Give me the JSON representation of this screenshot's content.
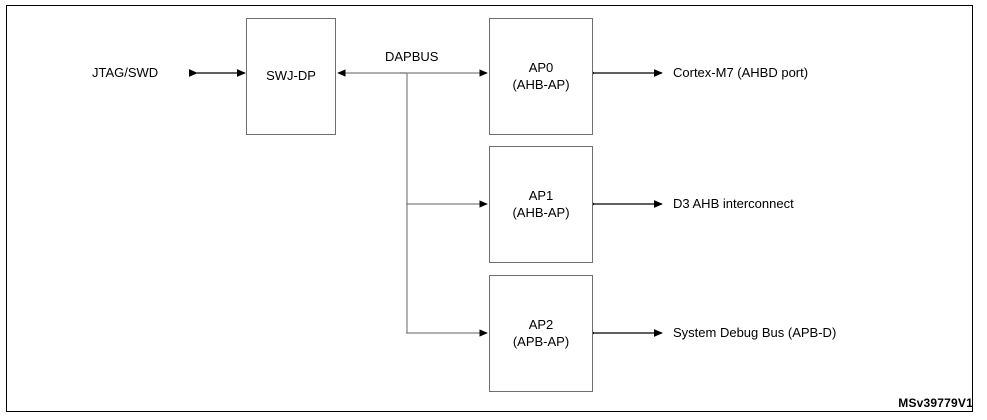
{
  "figure": {
    "watermark": "MSv39779V1",
    "colors": {
      "frame_border": "#000000",
      "box_border": "#6e6e6e",
      "wire": "#808080",
      "arrowhead": "#000000",
      "text": "#000000",
      "background": "#ffffff"
    }
  },
  "diagram": {
    "type": "block-diagram",
    "bus_label": "DAPBUS",
    "external_port": "JTAG/SWD",
    "dp": {
      "id": "swj-dp",
      "title": "SWJ-DP",
      "subtitle": ""
    },
    "access_ports": [
      {
        "id": "ap0",
        "title": "AP0",
        "subtitle": "(AHB-AP)",
        "target": "Cortex-M7 (AHBD port)"
      },
      {
        "id": "ap1",
        "title": "AP1",
        "subtitle": "(AHB-AP)",
        "target": "D3 AHB interconnect"
      },
      {
        "id": "ap2",
        "title": "AP2",
        "subtitle": "(APB-AP)",
        "target": "System Debug Bus (APB-D)"
      }
    ],
    "connections": [
      {
        "from": "JTAG/SWD",
        "to": "SWJ-DP",
        "direction": "bidirectional"
      },
      {
        "from": "SWJ-DP",
        "to": "DAPBUS",
        "direction": "bidirectional"
      },
      {
        "from": "DAPBUS",
        "to": "AP0",
        "direction": "unidirectional"
      },
      {
        "from": "DAPBUS",
        "to": "AP1",
        "direction": "unidirectional"
      },
      {
        "from": "DAPBUS",
        "to": "AP2",
        "direction": "unidirectional"
      },
      {
        "from": "AP0",
        "to": "Cortex-M7 (AHBD port)",
        "direction": "bidirectional"
      },
      {
        "from": "AP1",
        "to": "D3 AHB interconnect",
        "direction": "bidirectional"
      },
      {
        "from": "AP2",
        "to": "System Debug Bus (APB-D)",
        "direction": "bidirectional"
      }
    ]
  }
}
